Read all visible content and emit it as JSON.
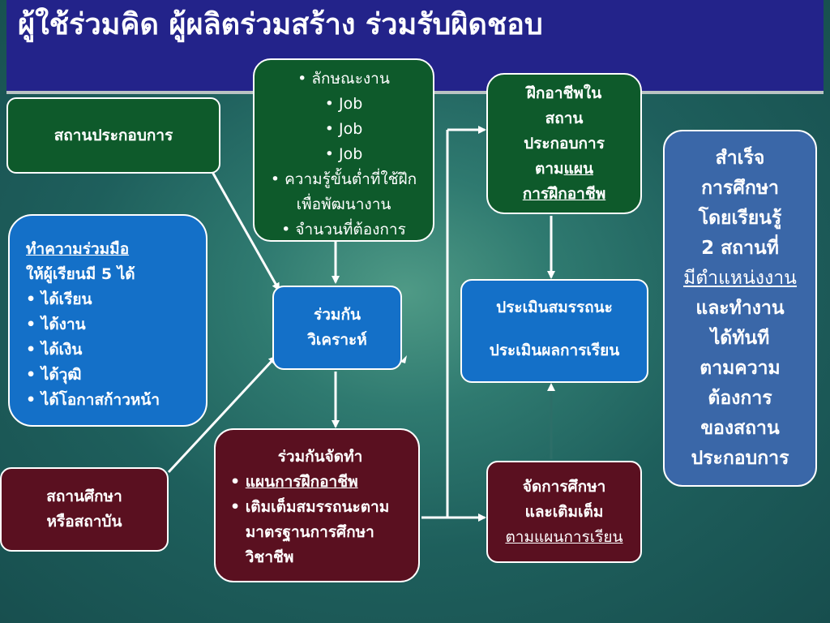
{
  "title": "ผู้ใช้ร่วมคิด ผู้ผลิตร่วมสร้าง ร่วมรับผิดชอบ",
  "workplace": "สถานประกอบการ",
  "job_features": {
    "items": [
      "ลักษณะงาน",
      "Job",
      "Job",
      "Job",
      "ความรู้ขั้นต่ำที่ใช้ฝึกเพื่อพัฒนางาน",
      "จำนวนที่ต้องการ"
    ]
  },
  "training_box": {
    "line1": "ฝึกอาชีพใน",
    "line2": "สถาน",
    "line3": "ประกอบการ",
    "line4_prefix": "ตาม",
    "line4_link": "แผน",
    "line5_link": "การฝึกอาชีพ"
  },
  "success_box": {
    "lines_before": [
      "สำเร็จ",
      "การศึกษา",
      "โดยเรียนรู้",
      "2 สถานที่"
    ],
    "underlined": "มีตำแหน่งงาน",
    "lines_after": [
      "และทำงาน",
      "ได้ทันที",
      "ตามความ",
      "ต้องการ",
      "ของสถาน",
      "ประกอบการ"
    ]
  },
  "cooperation": {
    "heading": "ทำความร่วมมือ",
    "subheading": "ให้ผู้เรียนมี 5 ได้",
    "items": [
      "ได้เรียน",
      "ได้งาน",
      "ได้เงิน",
      "ได้วุฒิ",
      "ได้โอกาสก้าวหน้า"
    ]
  },
  "analyze": {
    "line1": "ร่วมกัน",
    "line2": "วิเคราะห์"
  },
  "assessment": {
    "line1": "ประเมินสมรรถนะ",
    "line2": "ประเมินผลการเรียน"
  },
  "institution": {
    "line1": "สถานศึกษา",
    "line2": "หรือสถาบัน"
  },
  "co_create": {
    "heading": "ร่วมกันจัดทำ",
    "item1": "แผนการฝึกอาชีพ",
    "item2": "เติมเต็มสมรรถนะตามมาตรฐานการศึกษาวิชาชีพ"
  },
  "education_box": {
    "line1": "จัดการศึกษา",
    "line2": "และเติมเต็ม",
    "line3": "ตามแผนการเรียน"
  },
  "colors": {
    "title_bar": "#23238a",
    "green_box": "#0e5a2b",
    "blue_box": "#1470c8",
    "maroon_box": "#5a1020",
    "pale_blue_box": "#3a67a8",
    "arrow": "#ffffff"
  }
}
